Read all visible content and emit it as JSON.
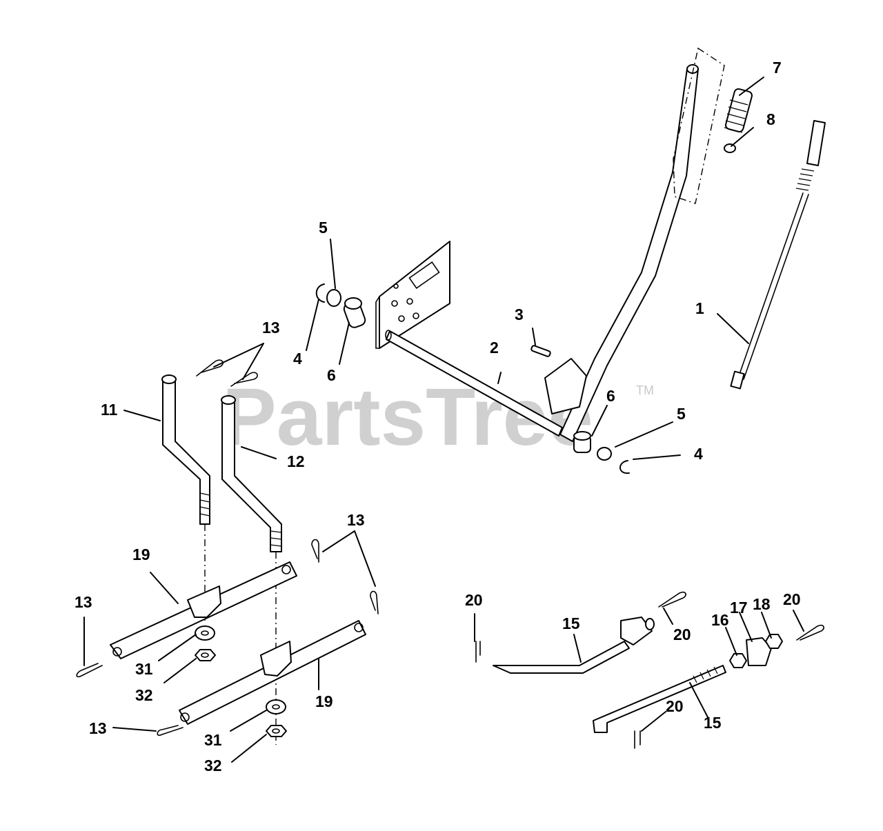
{
  "watermark": {
    "text": "PartsTree",
    "mark": "TM"
  },
  "callouts": {
    "c1": "1",
    "c2": "2",
    "c3": "3",
    "c4a": "4",
    "c4b": "4",
    "c5a": "5",
    "c5b": "5",
    "c6a": "6",
    "c6b": "6",
    "c7": "7",
    "c8": "8",
    "c11": "11",
    "c12": "12",
    "c13a": "13",
    "c13b": "13",
    "c13c": "13",
    "c13d": "13",
    "c15a": "15",
    "c15b": "15",
    "c16": "16",
    "c17": "17",
    "c18": "18",
    "c19a": "19",
    "c19b": "19",
    "c20a": "20",
    "c20b": "20",
    "c20c": "20",
    "c20d": "20",
    "c31a": "31",
    "c31b": "31",
    "c32a": "32",
    "c32b": "32"
  }
}
